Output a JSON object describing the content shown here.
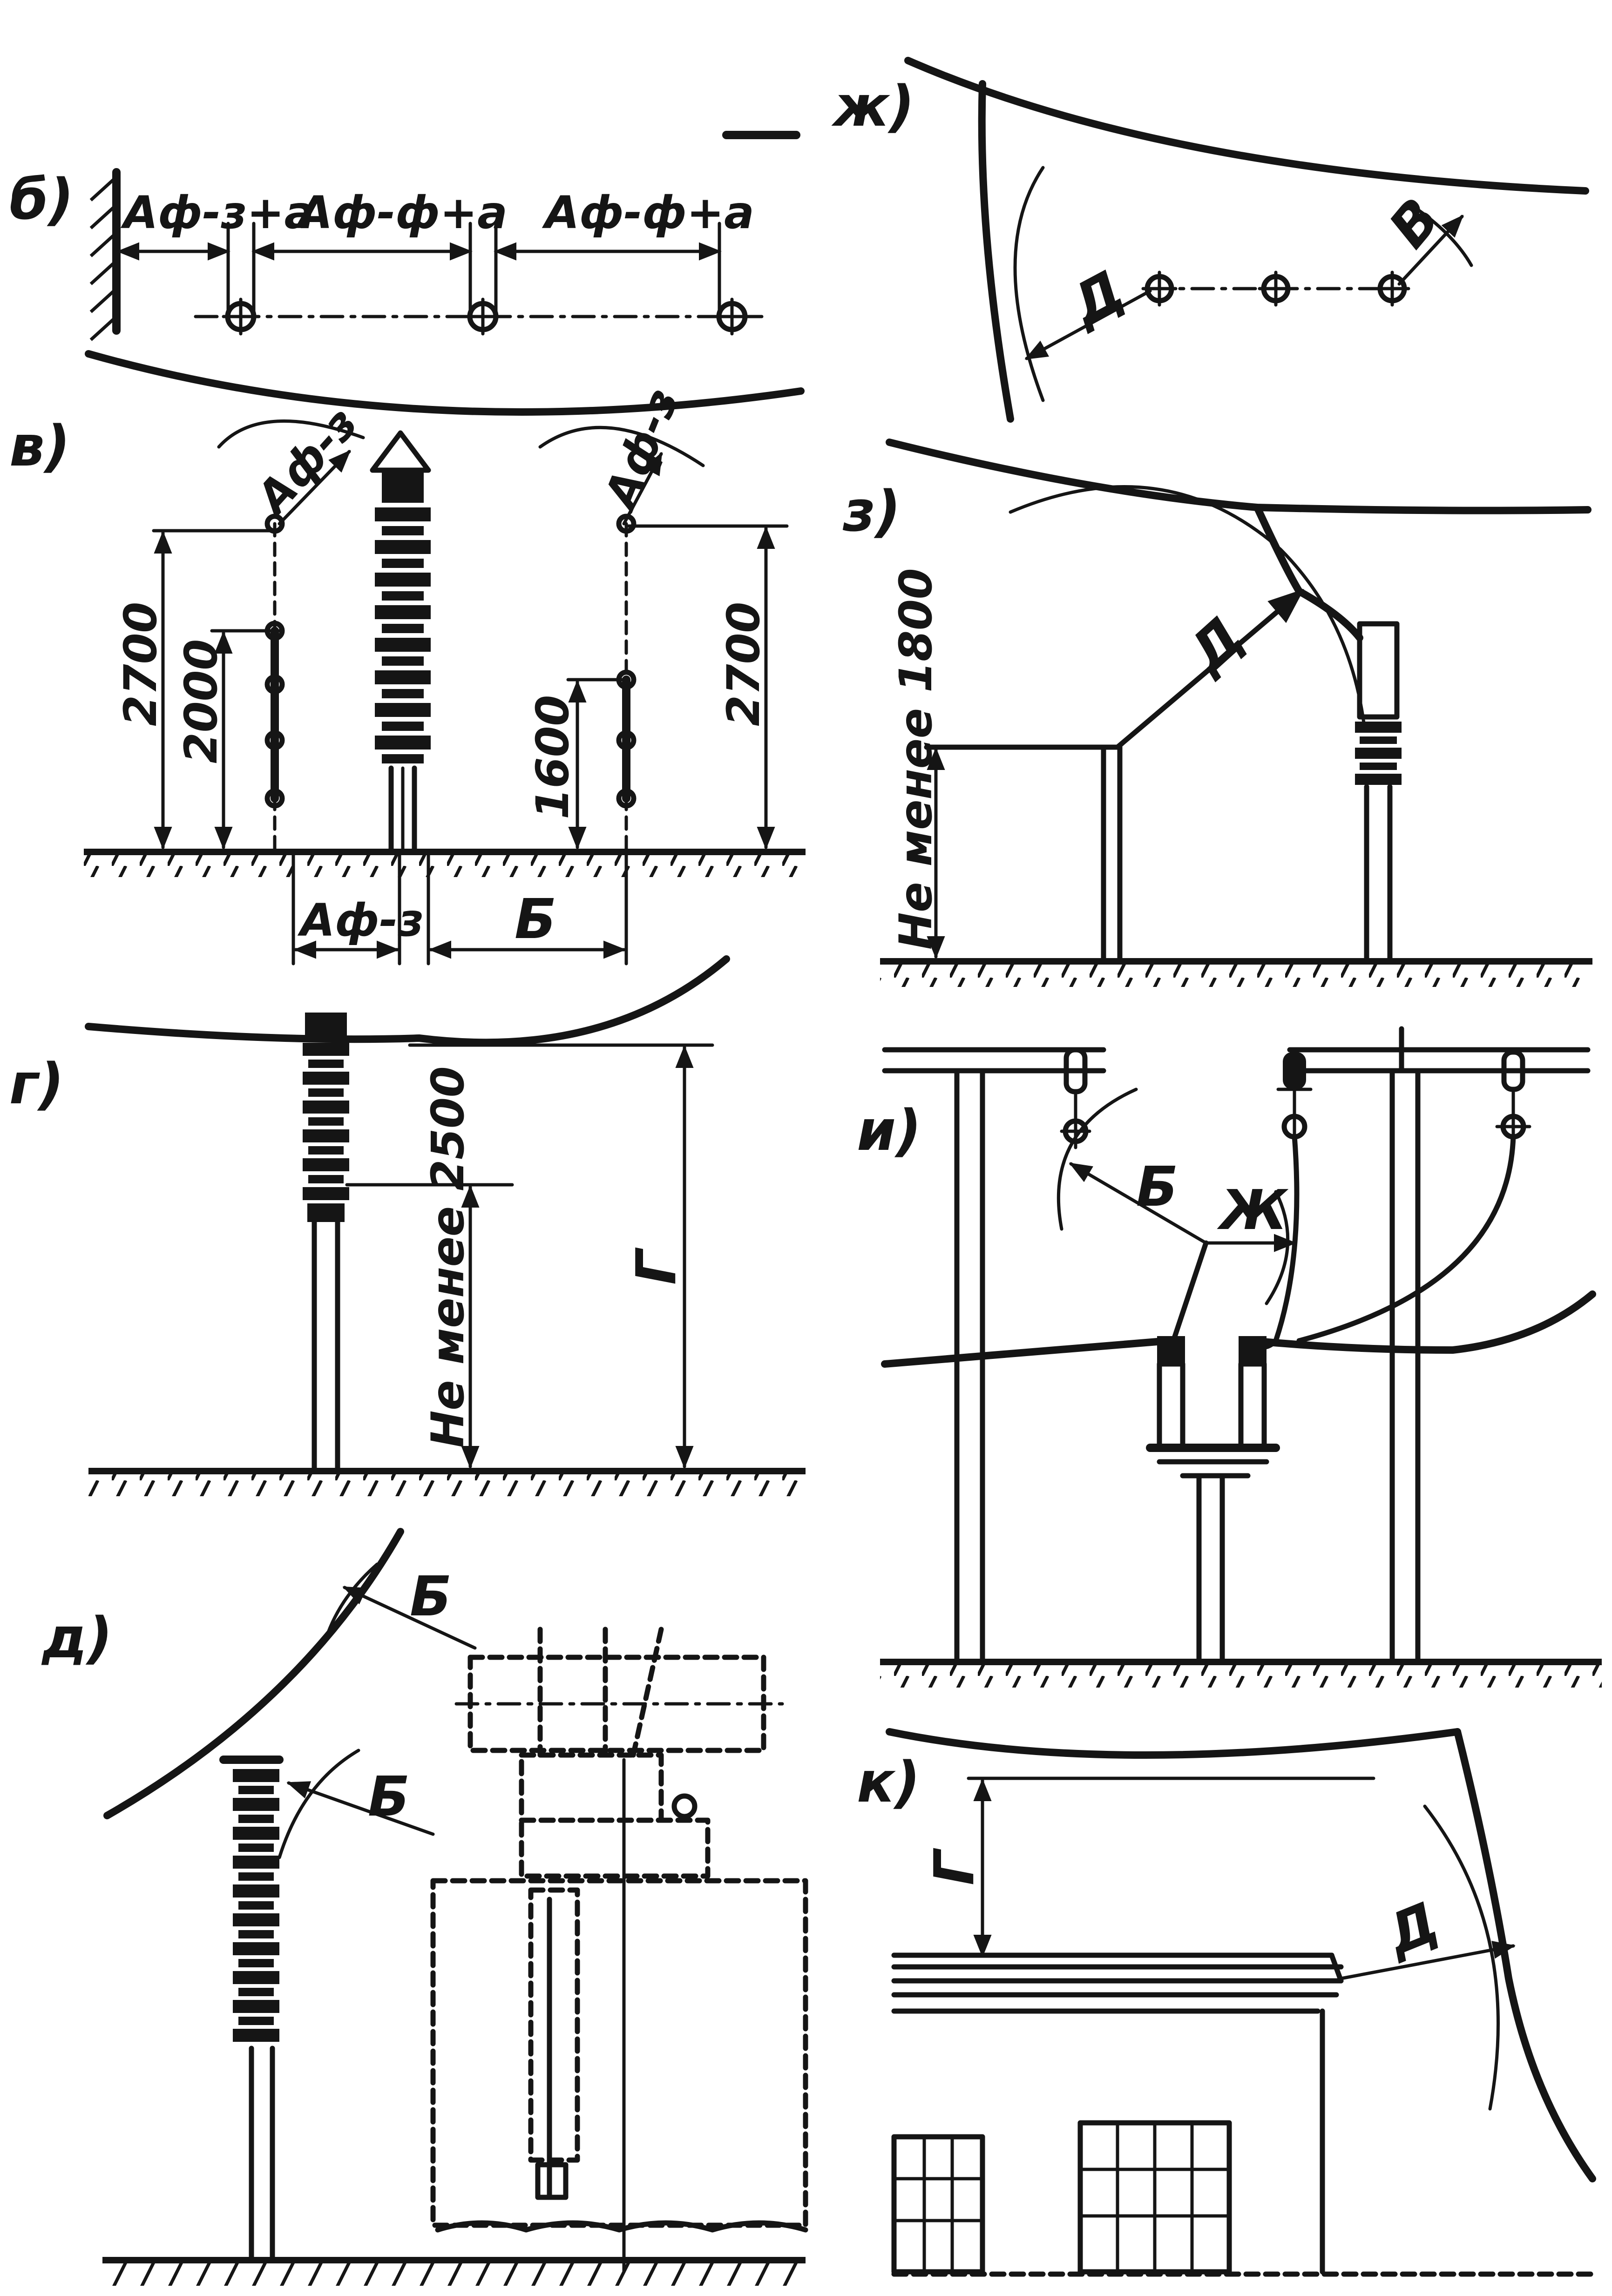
{
  "panels": {
    "b": "б)",
    "v": "в)",
    "g": "г)",
    "d": "д)",
    "zh": "ж)",
    "z": "з)",
    "i": "и)",
    "k": "к)"
  },
  "dims": {
    "b_1": "Aф-з+a",
    "b_2": "Aф-ф+a",
    "b_3": "Aф-ф+a",
    "v_arc_left": "Aф-з",
    "v_arc_right": "Aф-з",
    "v_h1": "2700",
    "v_h2": "2000",
    "v_h3": "1600",
    "v_h4": "2700",
    "v_bottom_left": "Aф-з",
    "v_bottom_right": "Б",
    "g_min": "Не менее 2500",
    "g_G": "Г",
    "d_B1": "Б",
    "d_B2": "Б",
    "zh_D": "Д",
    "zh_V": "В",
    "z_D": "Д",
    "z_min": "Не менее 1800",
    "i_B": "Б",
    "i_Zh": "Ж",
    "k_G": "Г",
    "k_D": "Д"
  }
}
